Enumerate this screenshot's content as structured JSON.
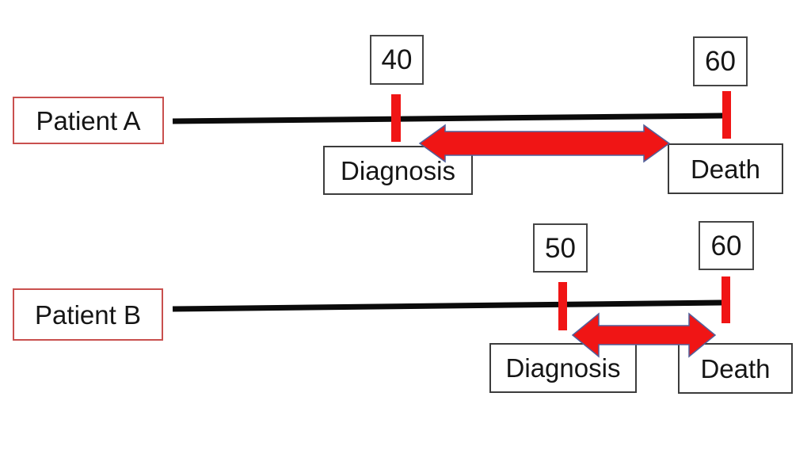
{
  "diagram": {
    "patients": [
      {
        "label": "Patient A",
        "diagnosis_age": "40",
        "death_age": "60",
        "diagnosis_label": "Diagnosis",
        "death_label": "Death"
      },
      {
        "label": "Patient B",
        "diagnosis_age": "50",
        "death_age": "60",
        "diagnosis_label": "Diagnosis",
        "death_label": "Death"
      }
    ],
    "colors": {
      "marker_red": "#f01515",
      "label_border_red": "#c9504e",
      "timeline_black": "#0b0b0b",
      "arrow_outline": "#51609b"
    }
  }
}
